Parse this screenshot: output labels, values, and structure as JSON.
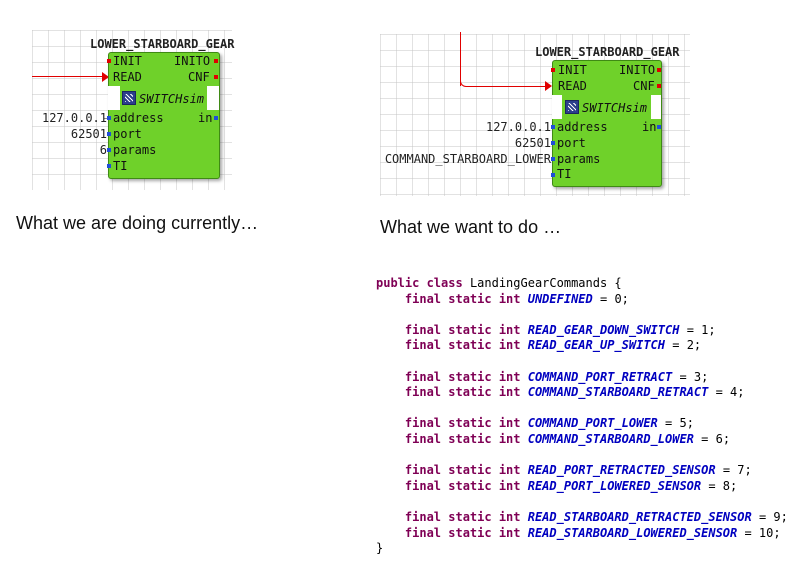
{
  "left_diagram": {
    "title": "LOWER_STARBOARD_GEAR",
    "type_name": "SWITCHsim",
    "inputs": [
      "INIT",
      "READ"
    ],
    "outputs": [
      "INITO",
      "CNF"
    ],
    "data_inputs": [
      "address",
      "port",
      "params",
      "TI"
    ],
    "data_outputs": [
      "in"
    ],
    "values": {
      "address": "127.0.0.1",
      "port": "62501",
      "params": "6"
    }
  },
  "right_diagram": {
    "title": "LOWER_STARBOARD_GEAR",
    "type_name": "SWITCHsim",
    "inputs": [
      "INIT",
      "READ"
    ],
    "outputs": [
      "INITO",
      "CNF"
    ],
    "data_inputs": [
      "address",
      "port",
      "params",
      "TI"
    ],
    "data_outputs": [
      "in"
    ],
    "values": {
      "address": "127.0.0.1",
      "port": "62501",
      "params": "COMMAND_STARBOARD_LOWER"
    }
  },
  "captions": {
    "left": "What we are doing currently…",
    "right": "What we want to do …"
  },
  "code": {
    "header_kw": "public class",
    "class_name": "LandingGearCommands {",
    "decl_kw": "final static int",
    "entries": [
      {
        "name": "UNDEFINED",
        "value": "= 0;"
      },
      {
        "name": "READ_GEAR_DOWN_SWITCH",
        "value": "= 1;"
      },
      {
        "name": "READ_GEAR_UP_SWITCH",
        "value": "= 2;"
      },
      {
        "name": "COMMAND_PORT_RETRACT",
        "value": "= 3;"
      },
      {
        "name": "COMMAND_STARBOARD_RETRACT",
        "value": "= 4;"
      },
      {
        "name": "COMMAND_PORT_LOWER",
        "value": "= 5;"
      },
      {
        "name": "COMMAND_STARBOARD_LOWER",
        "value": "= 6;"
      },
      {
        "name": "READ_PORT_RETRACTED_SENSOR",
        "value": "= 7;"
      },
      {
        "name": "READ_PORT_LOWERED_SENSOR",
        "value": "= 8;"
      },
      {
        "name": "READ_STARBOARD_RETRACTED_SENSOR",
        "value": "= 9;"
      },
      {
        "name": "READ_STARBOARD_LOWERED_SENSOR",
        "value": "= 10;"
      }
    ],
    "closing": "}"
  },
  "colors": {
    "block_fill": "#6fd12a",
    "event_port": "#e00000",
    "data_port": "#1f4ed8",
    "connection": "#e00000",
    "keyword": "#7f0055",
    "constant": "#0000c0"
  }
}
